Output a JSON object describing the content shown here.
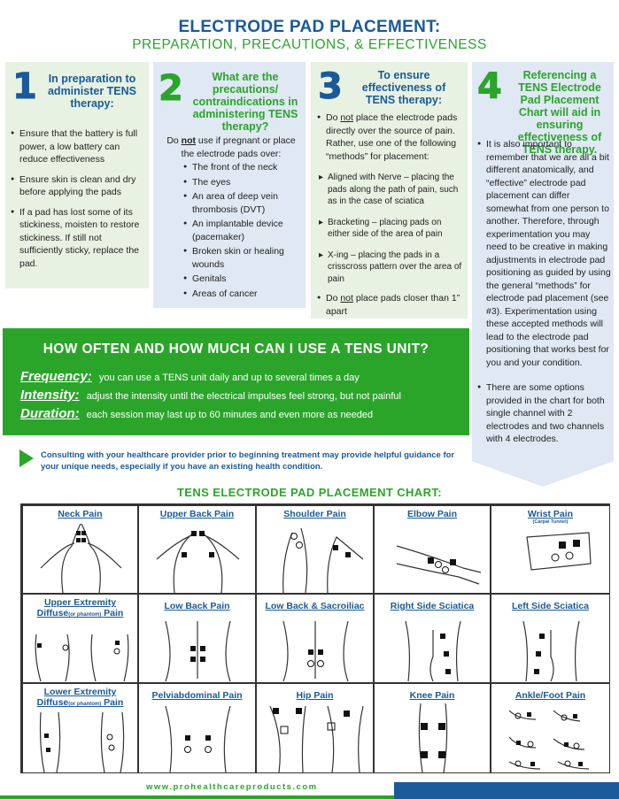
{
  "title": "ELECTRODE PAD PLACEMENT:",
  "subtitle": "PREPARATION, PRECAUTIONS, & EFFECTIVENESS",
  "sections": [
    {
      "number": "1",
      "heading": "In preparation to administer TENS therapy:",
      "bullets": [
        "Ensure that the battery is full power, a low battery can reduce effectiveness",
        "Ensure skin is clean and dry before applying the pads",
        "If a pad has lost some of its stickiness, moisten to restore stickiness. If still not sufficiently sticky, replace the pad."
      ]
    },
    {
      "number": "2",
      "heading": "What are the precautions/ contraindications in administering TENS therapy?",
      "intro_pre": "Do ",
      "intro_not": "not",
      "intro_post": " use if pregnant or place the electrode pads over:",
      "bullets": [
        "The front of the neck",
        "The eyes",
        "An area of deep vein thrombosis (DVT)",
        "An implantable device (pacemaker)",
        "Broken skin or healing wounds",
        "Genitals",
        "Areas of cancer"
      ]
    },
    {
      "number": "3",
      "heading": "To ensure effectiveness of TENS therapy:",
      "bullet1_pre": "Do ",
      "bullet1_not": "not",
      "bullet1_post": " place the electrode pads directly over the source of pain. Rather, use one of the following “methods” for placement:",
      "methods": [
        "Aligned with Nerve – placing the pads along the path of pain, such as in the case of sciatica",
        "Bracketing – placing pads on either side of the area of pain",
        "X-ing – placing the pads in a crisscross pattern over the area of pain"
      ],
      "bullet2_pre": "Do ",
      "bullet2_not": "not",
      "bullet2_post": " place pads closer than 1” apart"
    },
    {
      "number": "4",
      "heading": "Referencing a TENS Electrode Pad Placement Chart will aid in ensuring effectiveness of TENS therapy.",
      "bullets": [
        "It is also important to remember that we are all a bit different anatomically, and “effective” electrode pad placement can differ somewhat from one person to another. Therefore, through experimentation you may need to be creative in making adjustments in electrode pad positioning as guided by using the general “methods” for electrode pad placement (see #3). Experimentation using these accepted methods will lead to the electrode pad positioning that works best for you and your condition.",
        "There are some options provided in the chart for both single channel with 2 electrodes and two channels with 4 electrodes."
      ]
    }
  ],
  "usage": {
    "heading": "HOW OFTEN AND HOW MUCH CAN I USE A TENS UNIT?",
    "rows": [
      {
        "term": "Frequency:",
        "text": "you can use a TENS unit daily and up to several times a day"
      },
      {
        "term": "Intensity:",
        "text": "adjust the intensity until the electrical impulses feel strong, but not painful"
      },
      {
        "term": "Duration:",
        "text": "each session may last up to 60 minutes and even more as needed"
      }
    ]
  },
  "consult": "Consulting with your healthcare provider prior to beginning treatment may provide helpful guidance for your unique needs, especially if you have an existing health condition.",
  "chart_title": "TENS ELECTRODE PAD PLACEMENT CHART:",
  "chart_cells": [
    {
      "label": "Neck Pain"
    },
    {
      "label": "Upper Back Pain"
    },
    {
      "label": "Shoulder Pain"
    },
    {
      "label": "Elbow Pain"
    },
    {
      "label": "Wrist Pain",
      "note": "(Carpal Tunnel)"
    },
    {
      "label": "Upper Extremity",
      "label2a": "Diffuse",
      "label2b": "(or phantom)",
      "label2c": " Pain"
    },
    {
      "label": "Low Back Pain"
    },
    {
      "label": "Low Back & Sacroiliac"
    },
    {
      "label": "Right Side Sciatica"
    },
    {
      "label": "Left Side Sciatica"
    },
    {
      "label": "Lower Extremity",
      "label2a": "Diffuse",
      "label2b": "(or phantom)",
      "label2c": " Pain"
    },
    {
      "label": "Pelviabdominal Pain"
    },
    {
      "label": "Hip Pain"
    },
    {
      "label": "Knee Pain"
    },
    {
      "label": "Ankle/Foot Pain"
    }
  ],
  "footer_url": "www.prohealthcareproducts.com",
  "colors": {
    "blue": "#1a5a9a",
    "green": "#2aa52a",
    "panel_blue": "#dfe8f3",
    "panel_green": "#e8f2e2"
  }
}
